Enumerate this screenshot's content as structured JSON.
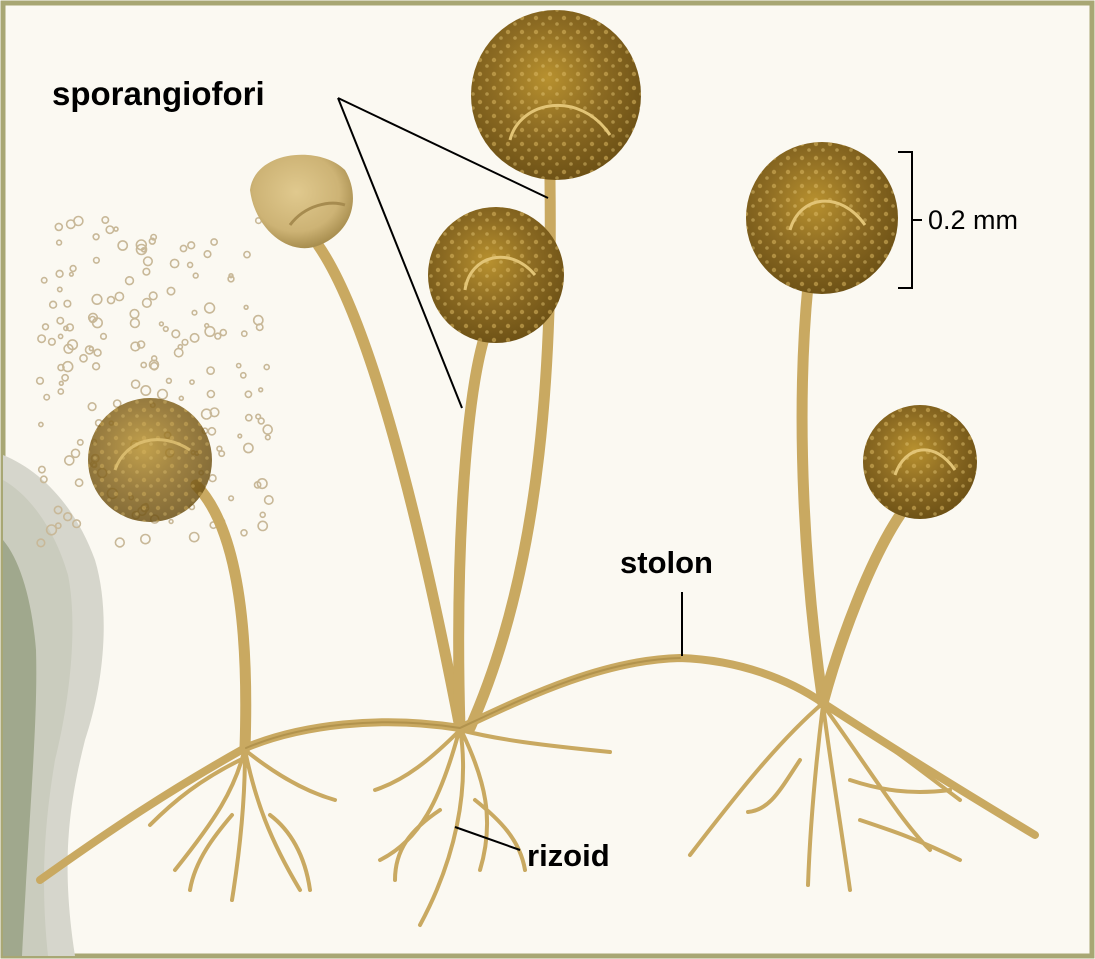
{
  "labels": {
    "sporangiophores": "sporangiofori",
    "stolon": "stolon",
    "rhizoid": "rizoid",
    "scale": "0.2 mm"
  },
  "colors": {
    "frame": "#a8a774",
    "background": "#fbf9f2",
    "stalk": "#c9a961",
    "stalk_dark": "#9c7d3a",
    "sporangium": "#8b6a22",
    "sporangium_light": "#d9b660",
    "collapsed_sporangium": "#cdb375",
    "spore": "#c8b898",
    "substrate": "#d6d6cc"
  }
}
